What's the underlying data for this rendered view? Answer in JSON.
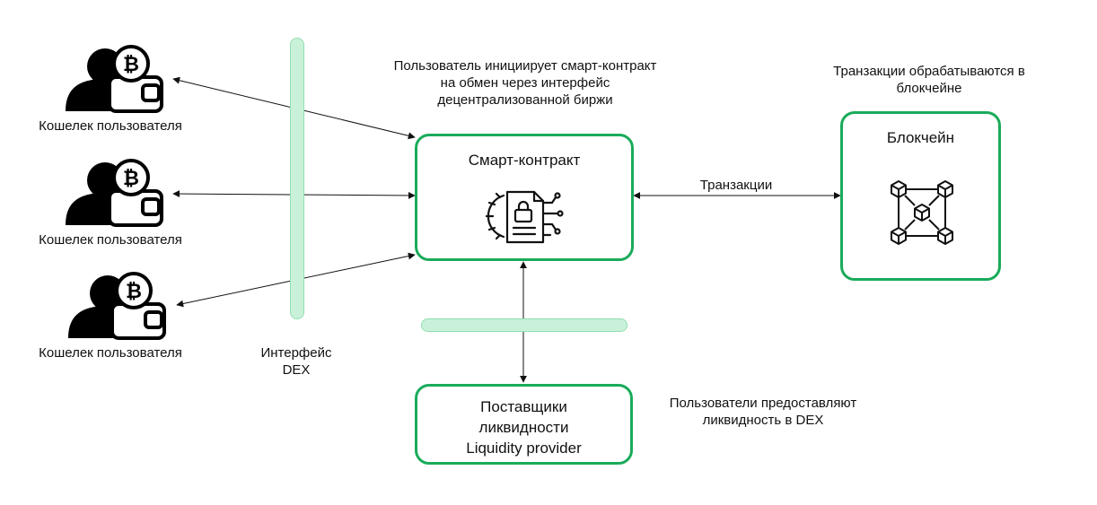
{
  "wallets": [
    {
      "label": "Кошелек пользователя"
    },
    {
      "label": "Кошелек пользователя"
    },
    {
      "label": "Кошелек пользователя"
    }
  ],
  "dex_interface": {
    "line1": "Интерфейс",
    "line2": "DEX"
  },
  "smart_contract": {
    "title": "Смарт-контракт",
    "caption_line1": "Пользователь инициирует смарт-контракт",
    "caption_line2": "на обмен через интерфейс",
    "caption_line3": "децентрализованной биржи"
  },
  "blockchain": {
    "title": "Блокчейн",
    "caption_line1": "Транзакции обрабатываются в",
    "caption_line2": "блокчейне"
  },
  "transactions_label": "Транзакции",
  "liquidity": {
    "line1": "Поставщики",
    "line2": "ликвидности",
    "line3": "Liquidity provider",
    "caption_line1": "Пользователи предоставляют",
    "caption_line2": "ликвидность в DEX"
  },
  "colors": {
    "accent": "#1aab5a",
    "bar": "#c9f1d9"
  }
}
